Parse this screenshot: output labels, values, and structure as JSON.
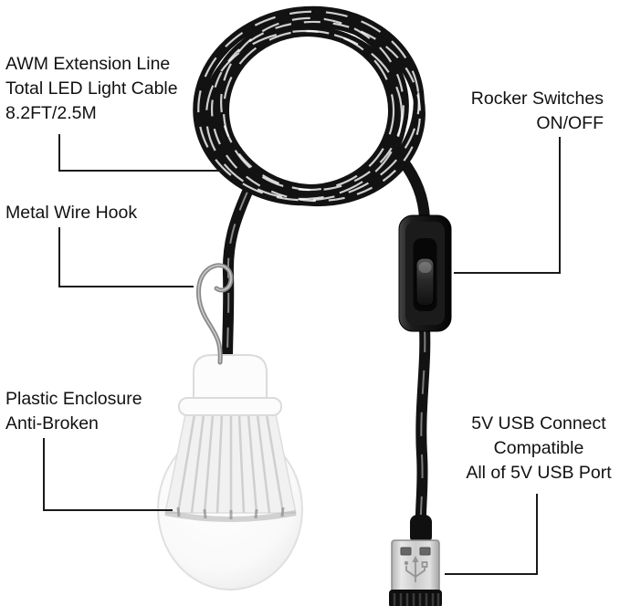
{
  "labels": {
    "cable": {
      "lines": [
        "AWM Extension Line",
        "Total LED Light Cable",
        "8.2FT/2.5M"
      ]
    },
    "rocker": {
      "lines": [
        "Rocker Switches",
        "ON/OFF"
      ]
    },
    "hook": {
      "lines": [
        "Metal Wire Hook"
      ]
    },
    "enclosure": {
      "lines": [
        "Plastic Enclosure",
        "Anti-Broken"
      ]
    },
    "usb": {
      "lines": [
        "5V USB Connect",
        "Compatible",
        "All of 5V USB Port"
      ]
    }
  },
  "colors": {
    "background": "#ffffff",
    "text": "#111111",
    "annotation_line": "#1a1a1a",
    "cable_black": "#121212",
    "switch_black": "#161616",
    "usb_metal": "#c9c9c9",
    "hook_metal": "#8f8f8f",
    "bulb_white": "#fafafa"
  },
  "icons": {
    "cable-coil": "coiled black power cable",
    "rocker-switch": "inline on/off rocker switch",
    "metal-hook": "s-shaped hanging wire hook",
    "led-bulb": "white finned LED bulb with dome",
    "usb-plug": "USB-A connector"
  }
}
